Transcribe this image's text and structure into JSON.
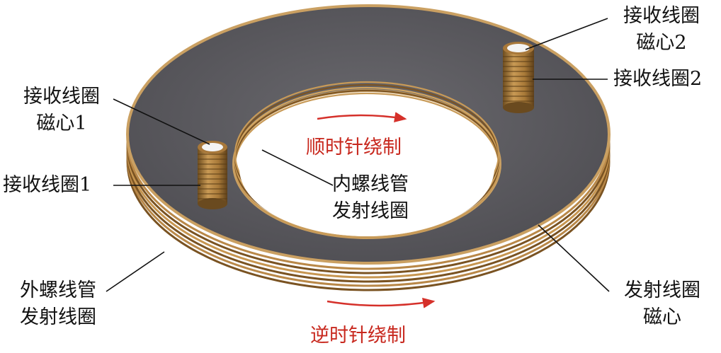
{
  "labels": {
    "rx_core_1": [
      "接收线圈",
      "磁心1"
    ],
    "rx_coil_1": "接收线圈1",
    "outer_coil": [
      "外螺线管",
      "发射线圈"
    ],
    "rx_core_2": [
      "接收线圈",
      "磁心2"
    ],
    "rx_coil_2": "接收线圈2",
    "tx_core": [
      "发射线圈",
      "磁心"
    ],
    "inner_coil": [
      "内螺线管",
      "发射线圈"
    ],
    "clockwise": "顺时针绕制",
    "counterclockwise": "逆时针绕制"
  },
  "colors": {
    "core": "#5d5c61",
    "copper": "#b3803f",
    "arrow": "#d5302a",
    "text": "#111111",
    "direction_text": "#c8281e"
  }
}
